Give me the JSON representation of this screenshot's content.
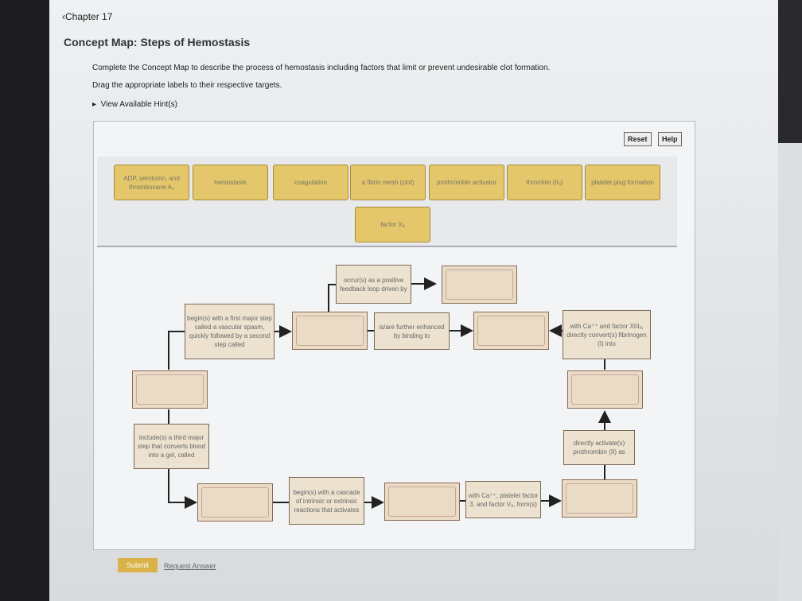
{
  "header": {
    "chapter": "Chapter 17",
    "title": "Concept Map: Steps of Hemostasis"
  },
  "instructions": "Complete the Concept Map to describe the process of hemostasis including factors that limit or prevent undesirable clot formation.",
  "drag_text": "Drag the appropriate labels to their respective targets.",
  "hint": "View Available Hint(s)",
  "toolbar": {
    "reset": "Reset",
    "help": "Help"
  },
  "labels": [
    "ADP, serotonin, and thromboxane A₂",
    "hemostasis",
    "coagulation",
    "a fibrin mesh (clot)",
    "prothrombin activator",
    "thrombin (IIₐ)",
    "platelet plug formation",
    "factor Xₐ"
  ],
  "map": {
    "occurs": "occur(s) as a positive feedback loop driven by",
    "begins": "begin(s) with a first major step called a vascular spasm, quickly followed by a second step called",
    "enhanced": "is/are further enhanced by binding to",
    "with_ca": "with Ca⁺⁺ and factor XIIIₐ, directly convert(s) fibrinogen (I) into",
    "includes": "include(s) a third major step that converts blood into a gel, called",
    "directly": "directly activate(s) prothrombin (II) as",
    "cascade": "begin(s) with a cascade of intrinsic or extrinsic reactions that activates",
    "platelet": "with Ca⁺⁺, platelet factor 3, and factor Vₐ, form(s)"
  },
  "footer": {
    "submit": "Submit",
    "request": "Request Answer"
  }
}
